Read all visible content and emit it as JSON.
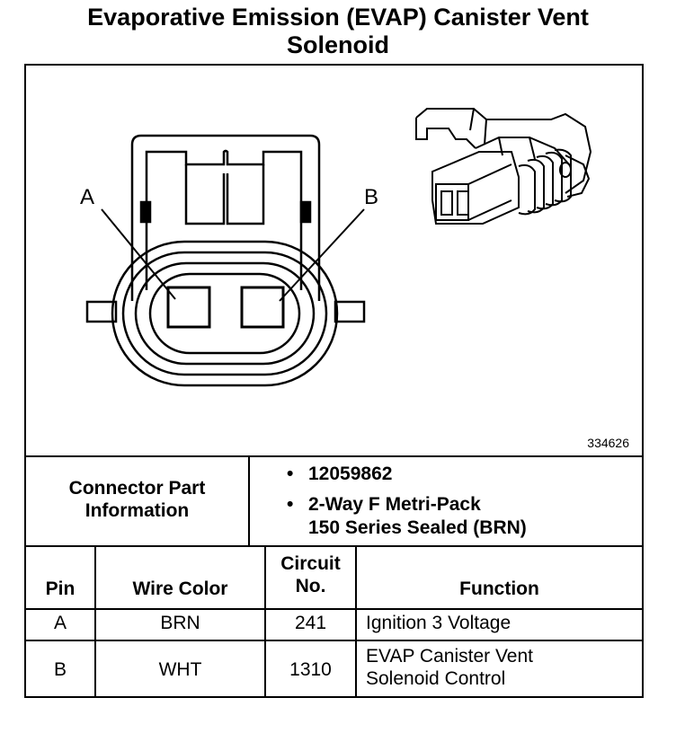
{
  "title_line1": "Evaporative Emission (EVAP) Canister Vent",
  "title_line2": "Solenoid",
  "figure": {
    "label_a": "A",
    "label_b": "B",
    "figure_number": "334626"
  },
  "connector_info": {
    "label_line1": "Connector Part",
    "label_line2": "Information",
    "bullet": "•",
    "part_number": "12059862",
    "description_line1": "2-Way F Metri-Pack",
    "description_line2": "150 Series Sealed (BRN)"
  },
  "table": {
    "headers": {
      "pin": "Pin",
      "wire_color": "Wire Color",
      "circuit_line1": "Circuit",
      "circuit_line2": "No.",
      "function": "Function"
    },
    "rows": [
      {
        "pin": "A",
        "wire_color": "BRN",
        "circuit": "241",
        "function_line1": "Ignition 3 Voltage",
        "function_line2": ""
      },
      {
        "pin": "B",
        "wire_color": "WHT",
        "circuit": "1310",
        "function_line1": "EVAP Canister Vent",
        "function_line2": "Solenoid Control"
      }
    ]
  }
}
